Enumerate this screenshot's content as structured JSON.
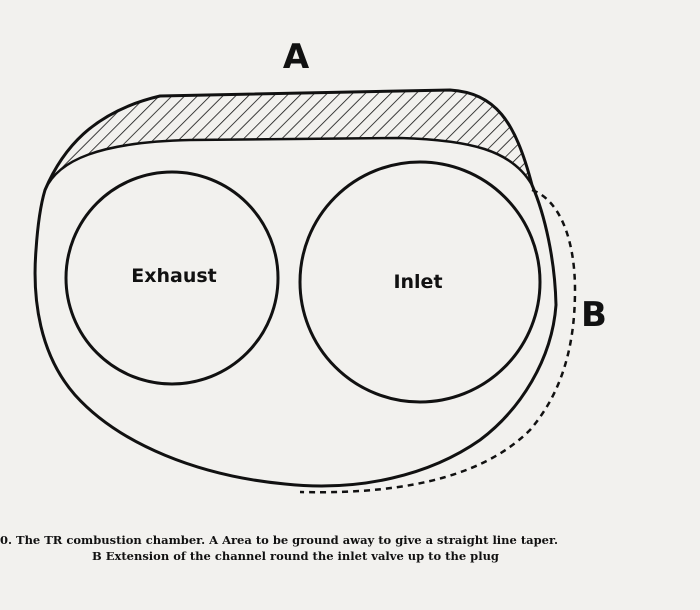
{
  "diagram": {
    "label_a": "A",
    "label_b": "B",
    "valve_left": "Exhaust",
    "valve_right": "Inlet"
  },
  "caption": {
    "line1": "0.  The TR combustion chamber.  A Area to be ground away to give a straight line taper.",
    "line2": "B Extension of the channel round the inlet valve up to the plug"
  }
}
